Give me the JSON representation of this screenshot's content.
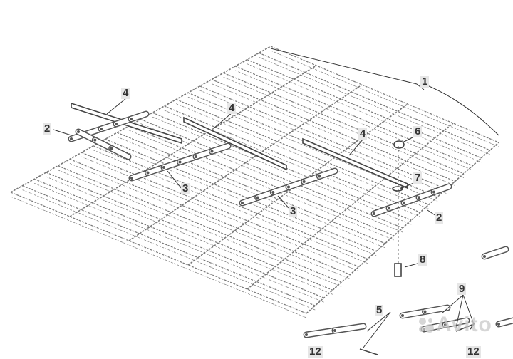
{
  "diagram": {
    "title": "Conveyor floor chain assembly",
    "callouts": {
      "floor": "1",
      "chain_left": "2",
      "chain_right": "2",
      "link_a": "3",
      "link_b": "3",
      "bar_a": "4",
      "bar_b": "4",
      "bar_c": "4",
      "connector_link": "5",
      "nut": "6",
      "washer": "7",
      "bolt": "8",
      "offset_link": "9",
      "pin_a": "12",
      "pin_b": "12"
    },
    "watermark": "Avito"
  }
}
